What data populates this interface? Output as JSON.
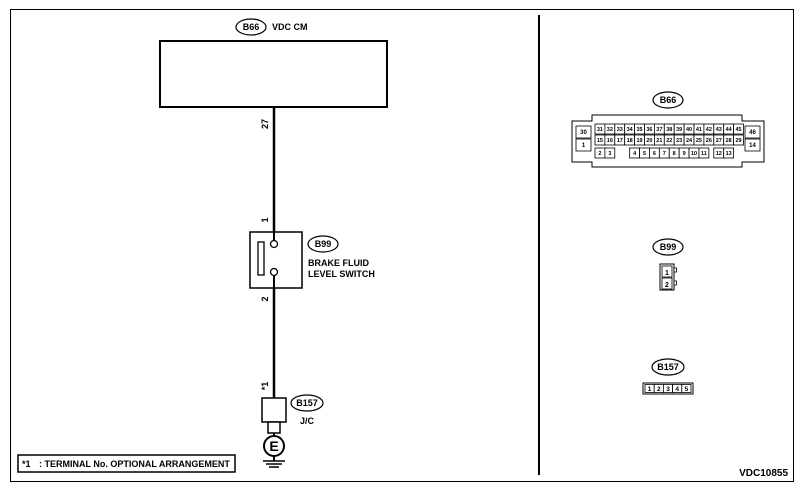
{
  "left": {
    "cm": {
      "tag": "B66",
      "name": "VDC CM",
      "pin": "27"
    },
    "switch": {
      "tag": "B99",
      "name_line1": "BRAKE FLUID",
      "name_line2": "LEVEL SWITCH",
      "pin_top": "1",
      "pin_bottom": "2"
    },
    "jc": {
      "tag": "B157",
      "name": "J/C",
      "star": "*1"
    },
    "ground_symbol": "E",
    "note": {
      "mark": "*1",
      "text": ": TERMINAL No. OPTIONAL ARRANGEMENT"
    }
  },
  "right": {
    "b66": {
      "tag": "B66",
      "row1": [
        "31",
        "32",
        "33",
        "34",
        "35",
        "36",
        "37",
        "38",
        "39",
        "40",
        "41",
        "42",
        "43",
        "44",
        "45"
      ],
      "row2": [
        "15",
        "16",
        "17",
        "18",
        "19",
        "20",
        "21",
        "22",
        "23",
        "24",
        "25",
        "26",
        "27",
        "28",
        "29"
      ],
      "row3a": [
        "2",
        "3"
      ],
      "row3b": [
        "4",
        "5",
        "6",
        "7",
        "8",
        "9",
        "10",
        "11"
      ],
      "row3c": [
        "12",
        "13"
      ],
      "left_top": "30",
      "left_bottom": "1",
      "right_top": "46",
      "right_bottom": "14"
    },
    "b99": {
      "tag": "B99",
      "pins": [
        "1",
        "2"
      ]
    },
    "b157": {
      "tag": "B157",
      "pins": [
        "1",
        "2",
        "3",
        "4",
        "5"
      ]
    }
  },
  "figure_code": "VDC10855"
}
